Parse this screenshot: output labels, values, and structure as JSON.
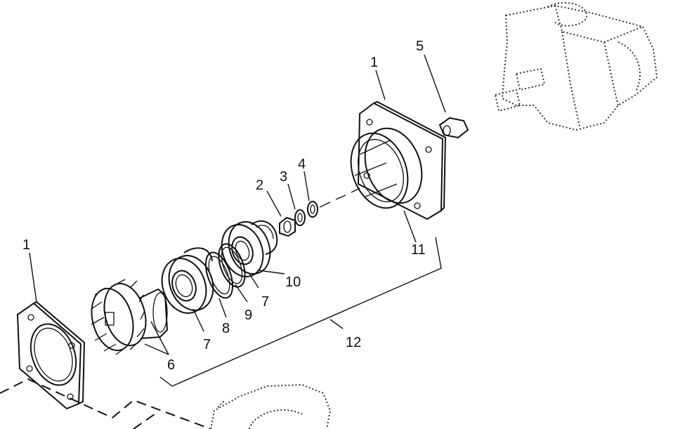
{
  "callouts": [
    {
      "id": "c1a",
      "text": "1"
    },
    {
      "id": "c1b",
      "text": "1"
    },
    {
      "id": "c2",
      "text": "2"
    },
    {
      "id": "c3",
      "text": "3"
    },
    {
      "id": "c4",
      "text": "4"
    },
    {
      "id": "c5",
      "text": "5"
    },
    {
      "id": "c6",
      "text": "6"
    },
    {
      "id": "c7a",
      "text": "7"
    },
    {
      "id": "c7b",
      "text": "7"
    },
    {
      "id": "c8",
      "text": "8"
    },
    {
      "id": "c9",
      "text": "9"
    },
    {
      "id": "c10",
      "text": "10"
    },
    {
      "id": "c11",
      "text": "11"
    },
    {
      "id": "c12",
      "text": "12"
    }
  ]
}
